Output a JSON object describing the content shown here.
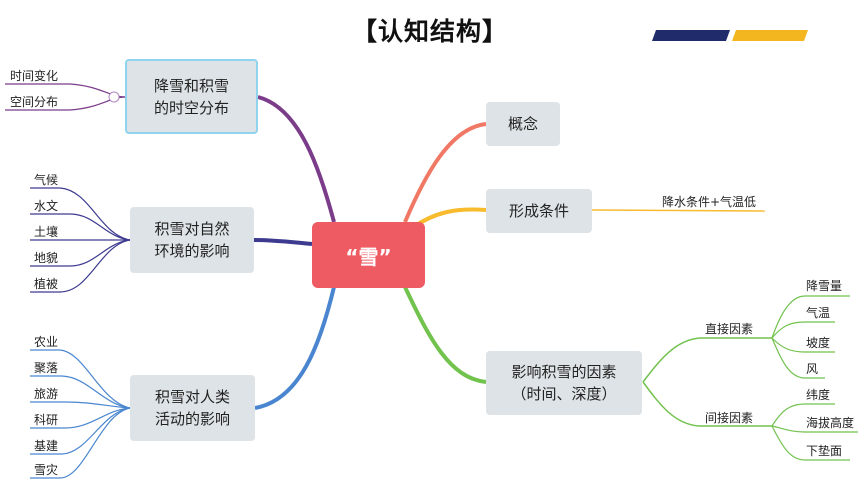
{
  "title": "【认知结构】",
  "deco_colors": {
    "navy": "#1f2b6b",
    "gold": "#f3b61f"
  },
  "center": {
    "label": "“雪”",
    "color": "#ef5b63"
  },
  "branches": {
    "concept": {
      "label": "概念",
      "color": "#f07864"
    },
    "formation": {
      "label": "形成条件",
      "color": "#f7bb2d",
      "leaf": "降水条件+气温低"
    },
    "factors": {
      "label_line1": "影响积雪的因素",
      "label_line2": "（时间、深度）",
      "color": "#72c24e",
      "direct": {
        "label": "直接因素",
        "items": [
          "降雪量",
          "气温",
          "坡度",
          "风"
        ]
      },
      "indirect": {
        "label": "间接因素",
        "items": [
          "纬度",
          "海拔高度",
          "下垫面"
        ]
      }
    },
    "distribution": {
      "label_line1": "降雪和积雪",
      "label_line2": "的时空分布",
      "color": "#7b3c8a",
      "items": [
        "时间变化",
        "空间分布"
      ]
    },
    "natural": {
      "label_line1": "积雪对自然",
      "label_line2": "环境的影响",
      "color": "#3d3b8f",
      "items": [
        "气候",
        "水文",
        "土壤",
        "地貌",
        "植被"
      ]
    },
    "human": {
      "label_line1": "积雪对人类",
      "label_line2": "活动的影响",
      "color": "#4a86cf",
      "items": [
        "农业",
        "聚落",
        "旅游",
        "科研",
        "基建",
        "雪灾"
      ]
    }
  }
}
